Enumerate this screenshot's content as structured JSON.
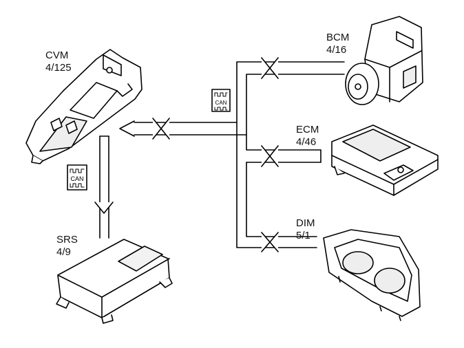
{
  "modules": {
    "cvm": {
      "name": "CVM",
      "code": "4/125"
    },
    "srs": {
      "name": "SRS",
      "code": "4/9"
    },
    "bcm": {
      "name": "BCM",
      "code": "4/16"
    },
    "ecm": {
      "name": "ECM",
      "code": "4/46"
    },
    "dim": {
      "name": "DIM",
      "code": "5/1"
    }
  },
  "bus": {
    "label": "CAN",
    "connector_glyph": "double-arrow-connector"
  },
  "colors": {
    "line": "#000000",
    "fill": "#ffffff",
    "shade": "#d9d9d9"
  }
}
